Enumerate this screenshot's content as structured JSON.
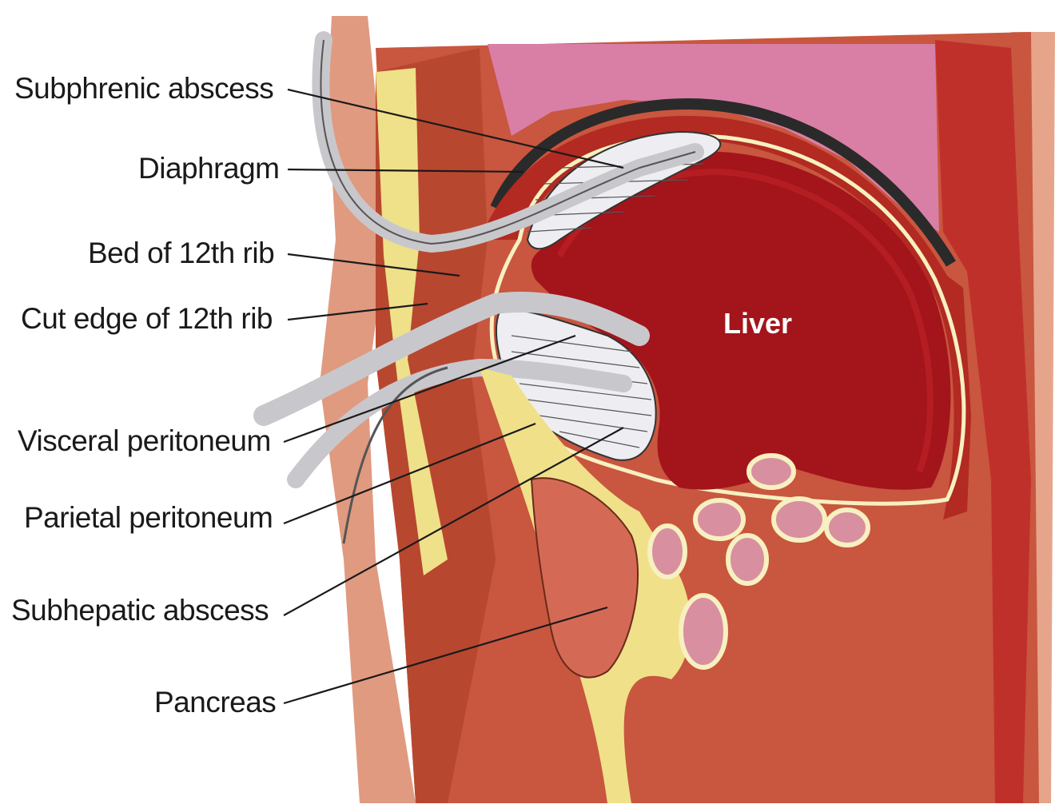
{
  "labels": {
    "subphrenic_abscess": "Subphrenic abscess",
    "diaphragm": "Diaphragm",
    "bed_of_12th_rib": "Bed of 12th rib",
    "cut_edge_of_12th_rib": "Cut edge of 12th rib",
    "visceral_peritoneum": "Visceral peritoneum",
    "parietal_peritoneum": "Parietal peritoneum",
    "subhepatic_abscess": "Subhepatic abscess",
    "pancreas": "Pancreas",
    "liver": "Liver"
  },
  "colors": {
    "liver": "#a3141b",
    "liver_highlight": "#c0242a",
    "muscle": "#c23a2a",
    "tissue": "#c9563f",
    "skin": "#e09a80",
    "pink_area": "#d97fa6",
    "fat": "#f0e08a",
    "peritoneum_line": "#f7f0c0",
    "abscess": "#e8e8ee",
    "drain_tube": "#c8c8cc",
    "pancreas": "#d46a55"
  }
}
